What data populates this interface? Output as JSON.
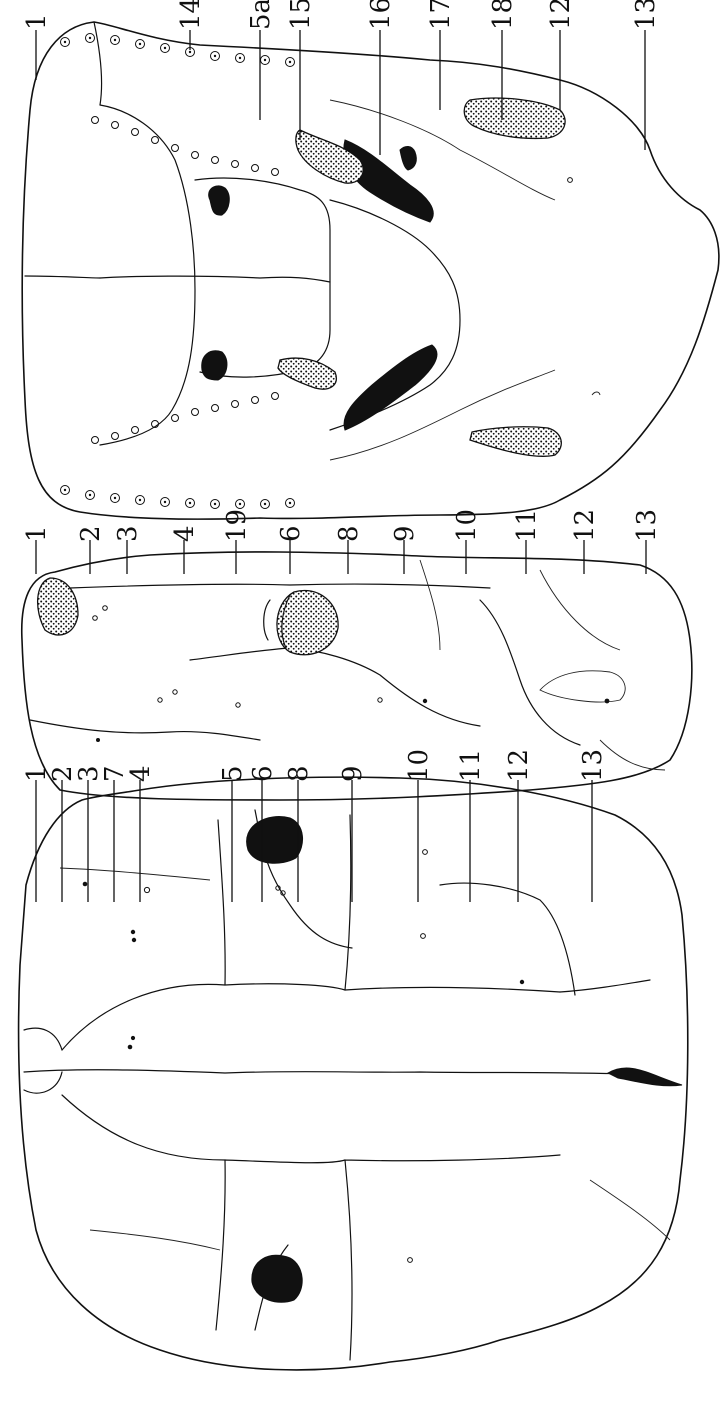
{
  "figure": {
    "views": [
      {
        "id": "dorsal",
        "labels": [
          "1",
          "2",
          "3",
          "7",
          "4",
          "5",
          "6",
          "8",
          "9",
          "10",
          "11",
          "12",
          "13"
        ]
      },
      {
        "id": "lateral",
        "labels": [
          "1",
          "2",
          "3",
          "4",
          "19",
          "6",
          "8",
          "9",
          "10",
          "11",
          "12",
          "13"
        ]
      },
      {
        "id": "ventral",
        "labels": [
          "1",
          "14",
          "5a",
          "15",
          "16",
          "17",
          "18",
          "12",
          "13"
        ]
      }
    ]
  }
}
